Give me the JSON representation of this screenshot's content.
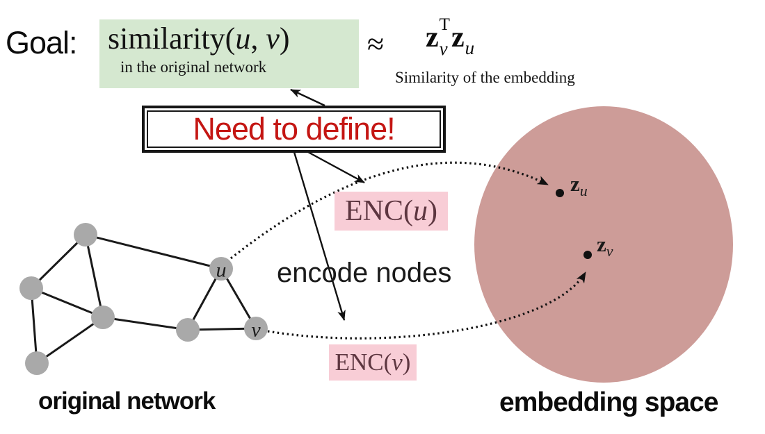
{
  "slide": {
    "goal_label": "Goal:",
    "similarity": {
      "word": "similarity(",
      "var_u": "u",
      "comma": ", ",
      "var_v": "v",
      "close": ")",
      "subtitle": "in the original network"
    },
    "approx": "≈",
    "embedding_formula": {
      "z1": "z",
      "sup": "T",
      "sub1": "v",
      "z2": "z",
      "sub2": "u",
      "caption": "Similarity of the embedding"
    },
    "need_to_define": "Need to define!",
    "encode_nodes": "encode nodes",
    "enc_u": {
      "prefix": "ENC(",
      "var": "u",
      "suffix": ")"
    },
    "enc_v": {
      "prefix": "ENC(",
      "var": "v",
      "suffix": ")"
    },
    "z_u": {
      "z": "z",
      "sub": "u"
    },
    "z_v": {
      "z": "z",
      "sub": "v"
    },
    "node_u_label": "u",
    "node_v_label": "v",
    "original_network_label": "original network",
    "embedding_space_label": "embedding space"
  },
  "graph": {
    "node_count": 7,
    "labeled_nodes": [
      "u",
      "v"
    ],
    "unlabeled_nodes": [
      "n1",
      "n2",
      "n3",
      "n4",
      "n5"
    ],
    "edges": [
      [
        "n1",
        "n2"
      ],
      [
        "n1",
        "n3"
      ],
      [
        "n1",
        "u"
      ],
      [
        "n2",
        "n3"
      ],
      [
        "n2",
        "n4"
      ],
      [
        "n3",
        "n4"
      ],
      [
        "n3",
        "n5"
      ],
      [
        "n5",
        "u"
      ],
      [
        "n5",
        "v"
      ],
      [
        "u",
        "v"
      ]
    ],
    "mappings": [
      {
        "from": "u",
        "via": "ENC(u)",
        "to": "z_u"
      },
      {
        "from": "v",
        "via": "ENC(v)",
        "to": "z_v"
      }
    ]
  },
  "colors": {
    "highlight_green": "#d5e8d0",
    "highlight_pink": "#f8cdd6",
    "embedding_ellipse": "#cd9c98",
    "alert_red": "#c41613",
    "node_gray": "#a9a9a9",
    "enc_text": "#5d3640",
    "line_black": "#1a1a1a"
  }
}
